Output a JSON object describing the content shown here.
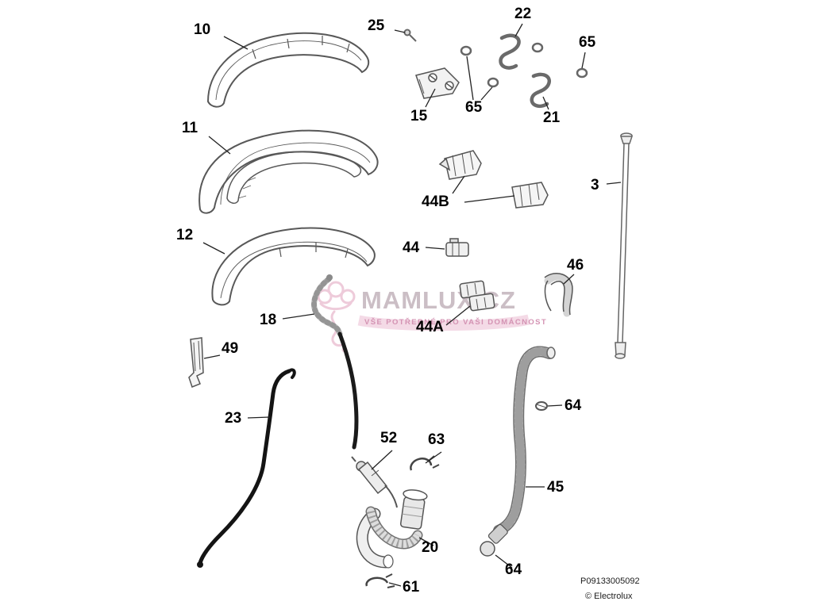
{
  "watermark": {
    "title": "MAMLUX.CZ",
    "subtitle": "VŠE POTŘEBNÉ PRO VAŠI DOMÁCNOST"
  },
  "footer": {
    "code": "P09133005092",
    "copyright": "© Electrolux"
  },
  "labels": {
    "l10": "10",
    "l11": "11",
    "l12": "12",
    "l15": "15",
    "l18": "18",
    "l20": "20",
    "l21": "21",
    "l22": "22",
    "l23": "23",
    "l25": "25",
    "l3": "3",
    "l44": "44",
    "l44a": "44A",
    "l44b": "44B",
    "l45": "45",
    "l46": "46",
    "l49": "49",
    "l52": "52",
    "l61": "61",
    "l63": "63",
    "l64_upper": "64",
    "l64_lower": "64",
    "l65_top": "65",
    "l65_mid": "65"
  }
}
